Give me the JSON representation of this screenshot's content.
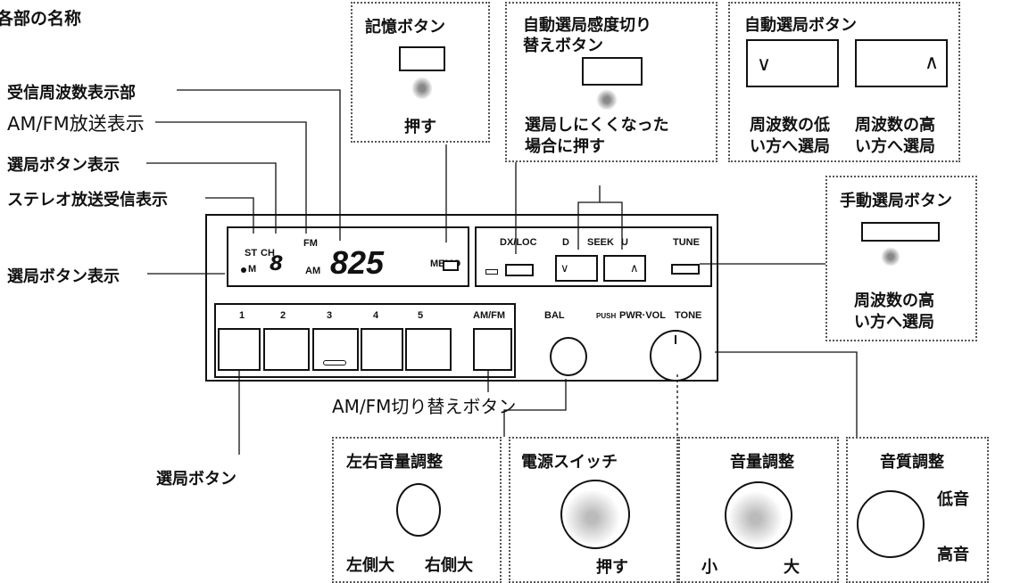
{
  "title": "各部の名称",
  "left_labels": {
    "freq_display": "受信周波数表示部",
    "amfm_display": "AM/FM放送表示",
    "ch_display": "選局ボタン表示",
    "stereo_display": "ステレオ放送受信表示",
    "preset_display": "選局ボタン表示",
    "preset_buttons": "選局ボタン",
    "amfm_switch": "AM/FM切り替えボタン"
  },
  "callouts": {
    "memory": {
      "title": "記憶ボタン",
      "action": "押す"
    },
    "dx": {
      "title": "自動選局感度切り替えボタン",
      "title_line1": "自動選局感度切り",
      "title_line2": "替えボタン",
      "desc_line1": "選局しにくくなった",
      "desc_line2": "場合に押す"
    },
    "seek": {
      "title": "自動選局ボタン",
      "low_line1": "周波数の低",
      "low_line2": "い方へ選局",
      "high_line1": "周波数の高",
      "high_line2": "い方へ選局"
    },
    "tune": {
      "title": "手動選局ボタン",
      "desc_line1": "周波数の高",
      "desc_line2": "い方へ選局"
    },
    "balance": {
      "title": "左右音量調整",
      "left": "左側大",
      "right": "右側大"
    },
    "power": {
      "title": "電源スイッチ",
      "action": "押す"
    },
    "volume": {
      "title": "音量調整",
      "low": "小",
      "high": "大"
    },
    "tone": {
      "title": "音質調整",
      "bass": "低音",
      "treble": "高音"
    }
  },
  "radio": {
    "display": {
      "st": "ST",
      "ch": "CH",
      "fm": "FM",
      "m": "M",
      "channel": "8",
      "am": "AM",
      "frequency": "825",
      "dot": "."
    },
    "memo_label": "MEMO",
    "dxloc_label": "DX/LOC",
    "seek_d": "D",
    "seek_label": "SEEK",
    "seek_u": "U",
    "tune_label": "TUNE",
    "preset_numbers": [
      "1",
      "2",
      "3",
      "4",
      "5"
    ],
    "amfm_label": "AM/FM",
    "bal_label": "BAL",
    "push_label": "PUSH",
    "pwr_label": "PWR·VOL",
    "tone_label": "TONE"
  }
}
